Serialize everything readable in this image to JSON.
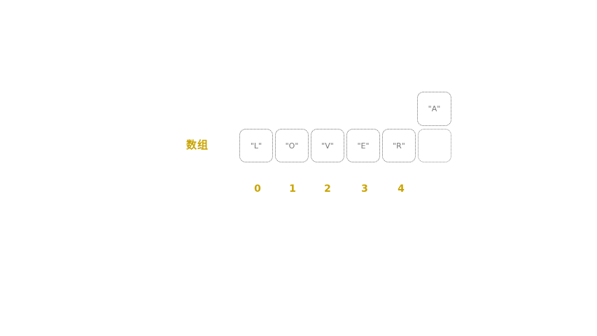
{
  "array_label": "数组",
  "cells": [
    {
      "value": "\"L\""
    },
    {
      "value": "\"O\""
    },
    {
      "value": "\"V\""
    },
    {
      "value": "\"E\""
    },
    {
      "value": "\"R\""
    },
    {
      "value": ""
    }
  ],
  "indices": [
    "0",
    "1",
    "2",
    "3",
    "4"
  ],
  "inserting_element": "\"A\"",
  "colors": {
    "accent": "#c9a400",
    "border": "#6a6a6a",
    "text": "#7a7a7a"
  }
}
